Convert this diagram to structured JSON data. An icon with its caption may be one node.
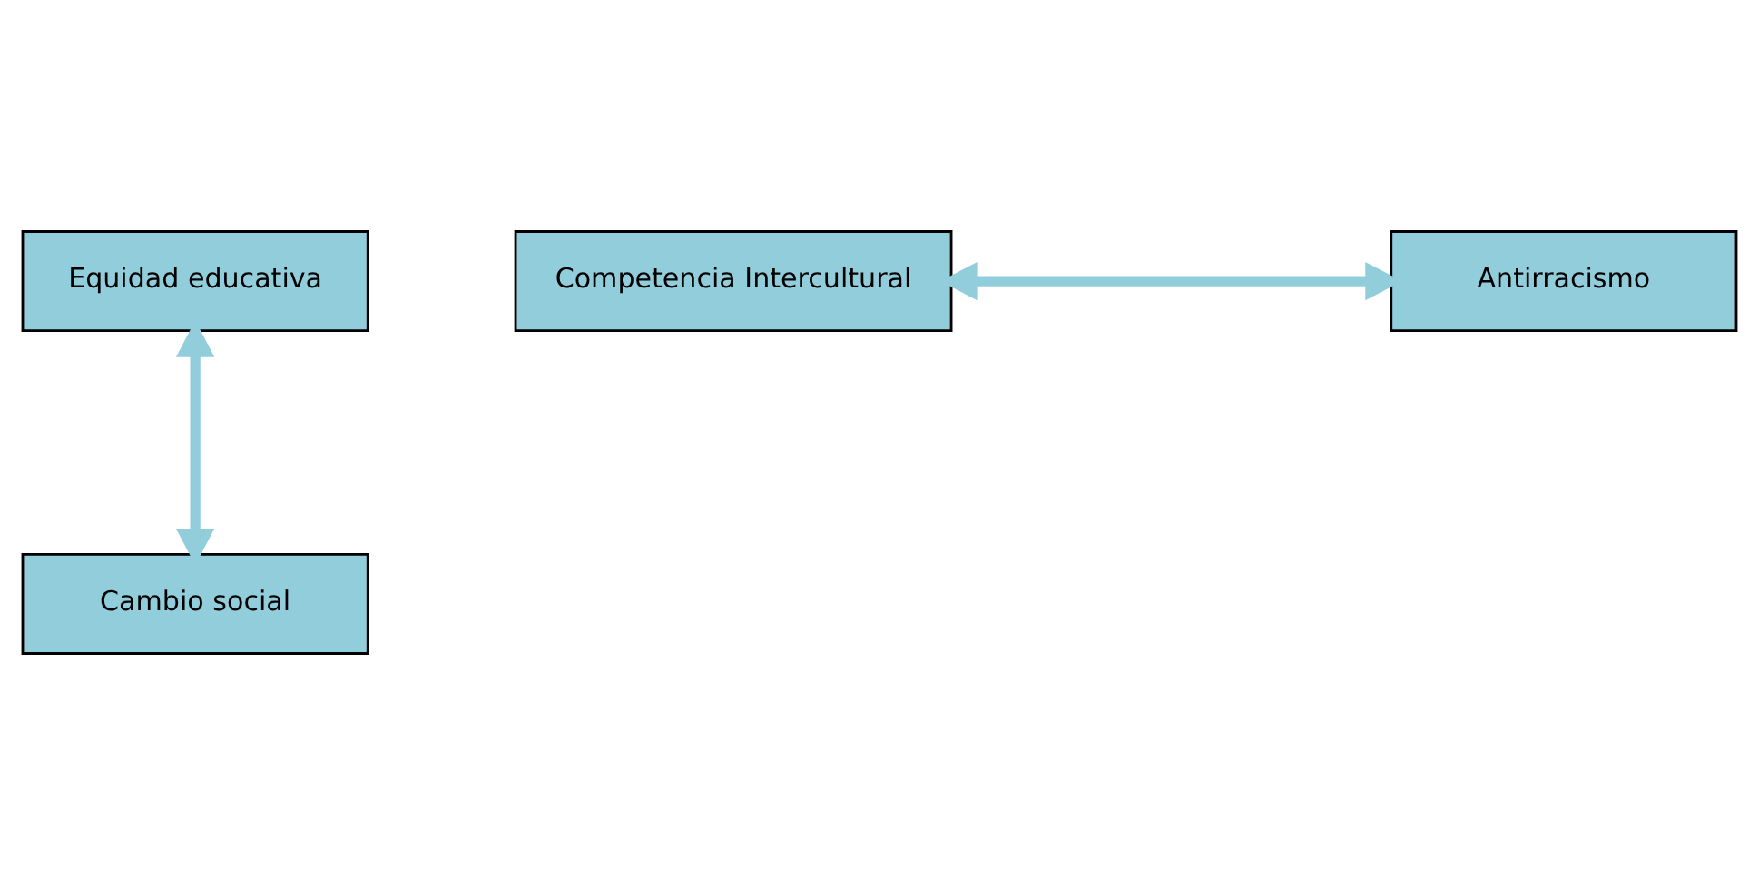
{
  "diagram": {
    "nodes": [
      {
        "text": [
          "Equidad educativa"
        ]
      },
      {
        "text": [
          "Competencia Intercultural"
        ]
      },
      {
        "text": [
          "Antirracismo"
        ]
      },
      {
        "text": [
          "Cambio social"
        ]
      }
    ],
    "edges": [
      {
        "from": 1,
        "to": 2,
        "arrow": "both"
      },
      {
        "from": 0,
        "to": 3,
        "arrow": "both"
      }
    ]
  }
}
